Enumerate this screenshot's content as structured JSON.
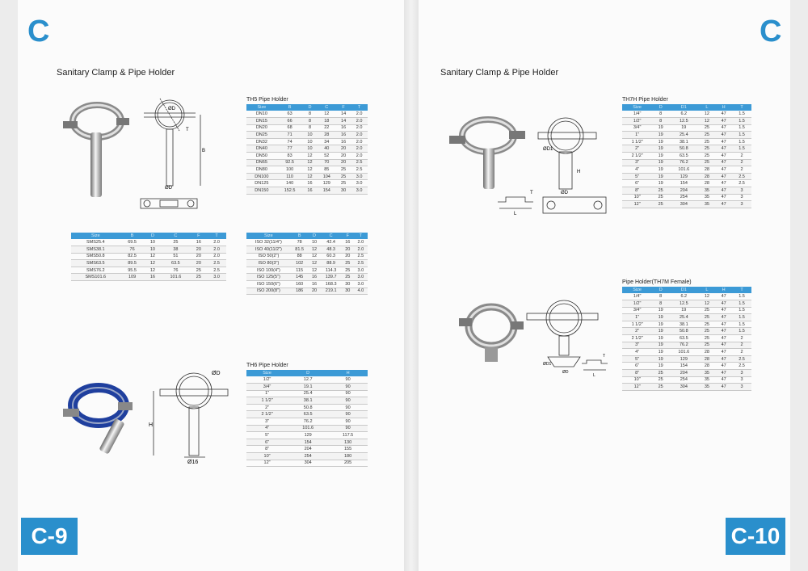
{
  "header": {
    "letter_left": "C",
    "letter_right": "C"
  },
  "footer": {
    "page_left": "C-9",
    "page_right": "C-10"
  },
  "left_page": {
    "section_title": "Sanitary Clamp & Pipe Holder",
    "th5": {
      "title": "TH5 Pipe Holder",
      "columns": [
        "Size",
        "B",
        "D",
        "C",
        "F",
        "T"
      ],
      "rows": [
        [
          "DN10",
          "63",
          "8",
          "12",
          "14",
          "2.0"
        ],
        [
          "DN15",
          "66",
          "8",
          "18",
          "14",
          "2.0"
        ],
        [
          "DN20",
          "68",
          "8",
          "22",
          "16",
          "2.0"
        ],
        [
          "DN25",
          "71",
          "10",
          "28",
          "16",
          "2.0"
        ],
        [
          "DN32",
          "74",
          "10",
          "34",
          "16",
          "2.0"
        ],
        [
          "DN40",
          "77",
          "10",
          "40",
          "20",
          "2.0"
        ],
        [
          "DN50",
          "83",
          "12",
          "52",
          "20",
          "2.0"
        ],
        [
          "DN65",
          "92.5",
          "12",
          "70",
          "20",
          "2.5"
        ],
        [
          "DN80",
          "100",
          "12",
          "85",
          "25",
          "2.5"
        ],
        [
          "DN100",
          "110",
          "12",
          "104",
          "25",
          "3.0"
        ],
        [
          "DN125",
          "140",
          "16",
          "129",
          "25",
          "3.0"
        ],
        [
          "DN150",
          "152.5",
          "16",
          "154",
          "30",
          "3.0"
        ]
      ]
    },
    "sms": {
      "columns": [
        "Size",
        "B",
        "D",
        "C",
        "F",
        "T"
      ],
      "rows": [
        [
          "SMS25.4",
          "69.5",
          "10",
          "25",
          "16",
          "2.0"
        ],
        [
          "SMS38.1",
          "76",
          "10",
          "38",
          "20",
          "2.0"
        ],
        [
          "SMS50.8",
          "82.5",
          "12",
          "51",
          "20",
          "2.0"
        ],
        [
          "SMS63.5",
          "89.5",
          "12",
          "63.5",
          "20",
          "2.5"
        ],
        [
          "SMS76.2",
          "95.5",
          "12",
          "76",
          "25",
          "2.5"
        ],
        [
          "SMS101.6",
          "109",
          "16",
          "101.6",
          "25",
          "3.0"
        ]
      ]
    },
    "iso": {
      "columns": [
        "Size",
        "B",
        "D",
        "C",
        "F",
        "T"
      ],
      "rows": [
        [
          "ISO 32(11/4\")",
          "78",
          "10",
          "42.4",
          "16",
          "2.0"
        ],
        [
          "ISO 40(11/2\")",
          "81.5",
          "12",
          "48.3",
          "20",
          "2.0"
        ],
        [
          "ISO 50(2\")",
          "88",
          "12",
          "60.3",
          "20",
          "2.5"
        ],
        [
          "ISO 80(3\")",
          "102",
          "12",
          "88.9",
          "25",
          "2.5"
        ],
        [
          "ISO 100(4\")",
          "115",
          "12",
          "114.3",
          "25",
          "3.0"
        ],
        [
          "ISO 125(5\")",
          "145",
          "16",
          "139.7",
          "25",
          "3.0"
        ],
        [
          "ISO 150(6\")",
          "160",
          "16",
          "168.3",
          "30",
          "3.0"
        ],
        [
          "ISO 200(8\")",
          "186",
          "20",
          "219.1",
          "30",
          "4.0"
        ]
      ]
    },
    "th6": {
      "title": "TH6 Pipe Holder",
      "columns": [
        "Size",
        "D",
        "H"
      ],
      "rows": [
        [
          "1/2\"",
          "12.7",
          "90"
        ],
        [
          "3/4\"",
          "19.1",
          "90"
        ],
        [
          "1\"",
          "25.4",
          "90"
        ],
        [
          "1 1/2\"",
          "38.1",
          "90"
        ],
        [
          "2\"",
          "50.8",
          "90"
        ],
        [
          "2 1/2\"",
          "63.5",
          "90"
        ],
        [
          "3\"",
          "76.2",
          "90"
        ],
        [
          "4\"",
          "101.6",
          "90"
        ],
        [
          "5\"",
          "129",
          "117.5"
        ],
        [
          "6\"",
          "154",
          "130"
        ],
        [
          "8\"",
          "204",
          "155"
        ],
        [
          "10\"",
          "254",
          "180"
        ],
        [
          "12\"",
          "304",
          "205"
        ]
      ]
    },
    "drawing_labels": {
      "d": "ØD",
      "b": "B",
      "t": "T",
      "h": "H",
      "d16": "Ø16",
      "d_small": "ØD"
    }
  },
  "right_page": {
    "section_title": "Sanitary Clamp & Pipe Holder",
    "th7h": {
      "title": "TH7H Pipe Holder",
      "columns": [
        "Size",
        "D",
        "D1",
        "L",
        "H",
        "T"
      ],
      "rows": [
        [
          "1/4\"",
          "8",
          "6.2",
          "12",
          "47",
          "1.5"
        ],
        [
          "1/2\"",
          "8",
          "12.5",
          "12",
          "47",
          "1.5"
        ],
        [
          "3/4\"",
          "19",
          "19",
          "25",
          "47",
          "1.5"
        ],
        [
          "1\"",
          "19",
          "25.4",
          "25",
          "47",
          "1.5"
        ],
        [
          "1 1/2\"",
          "19",
          "38.1",
          "25",
          "47",
          "1.5"
        ],
        [
          "2\"",
          "19",
          "50.8",
          "25",
          "47",
          "1.5"
        ],
        [
          "2 1/2\"",
          "19",
          "63.5",
          "25",
          "47",
          "2"
        ],
        [
          "3\"",
          "19",
          "76.2",
          "25",
          "47",
          "2"
        ],
        [
          "4\"",
          "19",
          "101.6",
          "28",
          "47",
          "2"
        ],
        [
          "5\"",
          "19",
          "129",
          "28",
          "47",
          "2.5"
        ],
        [
          "6\"",
          "19",
          "154",
          "28",
          "47",
          "2.5"
        ],
        [
          "8\"",
          "25",
          "204",
          "35",
          "47",
          "3"
        ],
        [
          "10\"",
          "25",
          "254",
          "35",
          "47",
          "3"
        ],
        [
          "12\"",
          "25",
          "304",
          "35",
          "47",
          "3"
        ]
      ]
    },
    "th7m": {
      "title": "Pipe Holder(TH7M Female)",
      "columns": [
        "Size",
        "D",
        "D1",
        "L",
        "H",
        "T"
      ],
      "rows": [
        [
          "1/4\"",
          "8",
          "6.2",
          "12",
          "47",
          "1.5"
        ],
        [
          "1/2\"",
          "8",
          "12.5",
          "12",
          "47",
          "1.5"
        ],
        [
          "3/4\"",
          "19",
          "19",
          "25",
          "47",
          "1.5"
        ],
        [
          "1\"",
          "19",
          "25.4",
          "25",
          "47",
          "1.5"
        ],
        [
          "1 1/2\"",
          "19",
          "38.1",
          "25",
          "47",
          "1.5"
        ],
        [
          "2\"",
          "19",
          "50.8",
          "25",
          "47",
          "1.5"
        ],
        [
          "2 1/2\"",
          "19",
          "63.5",
          "25",
          "47",
          "2"
        ],
        [
          "3\"",
          "19",
          "76.2",
          "25",
          "47",
          "2"
        ],
        [
          "4\"",
          "19",
          "101.6",
          "28",
          "47",
          "2"
        ],
        [
          "5\"",
          "19",
          "129",
          "28",
          "47",
          "2.5"
        ],
        [
          "6\"",
          "19",
          "154",
          "28",
          "47",
          "2.5"
        ],
        [
          "8\"",
          "25",
          "204",
          "35",
          "47",
          "3"
        ],
        [
          "10\"",
          "25",
          "254",
          "35",
          "47",
          "3"
        ],
        [
          "12\"",
          "25",
          "304",
          "35",
          "47",
          "3"
        ]
      ]
    },
    "drawing_labels": {
      "d1": "ØD1",
      "d": "ØD",
      "h": "H",
      "l": "L",
      "t": "T"
    }
  }
}
